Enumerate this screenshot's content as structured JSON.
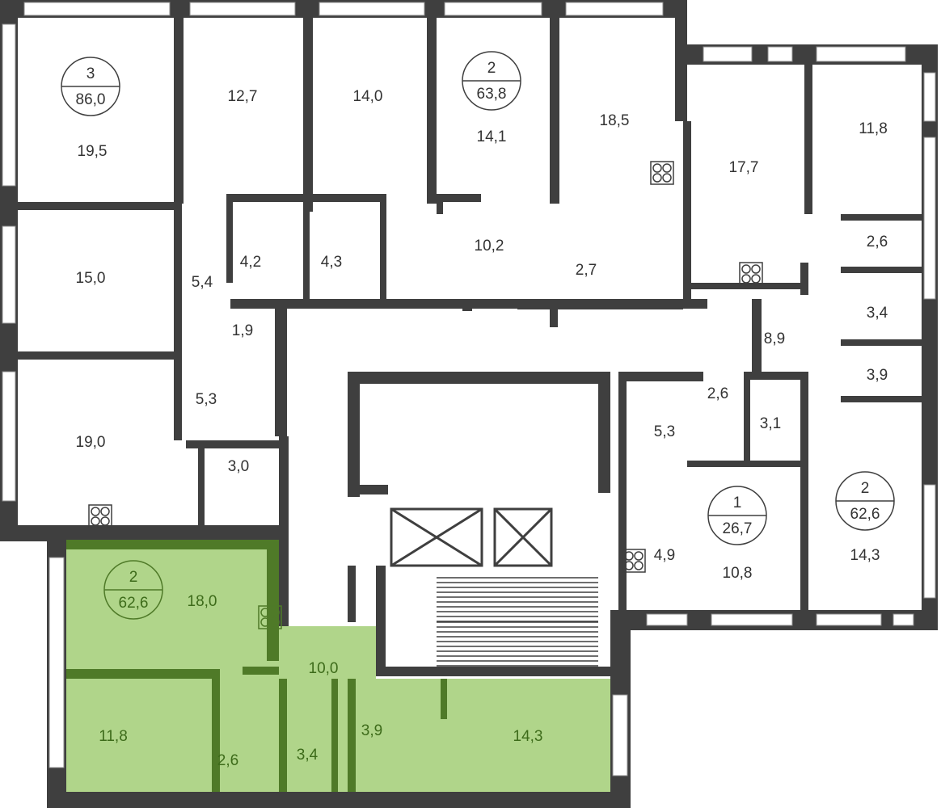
{
  "title": "Floor plan",
  "colors": {
    "wall": "#3f3f3f",
    "highlight_fill": "#b0d58a",
    "highlight_wall": "#4f7a28",
    "highlight_text": "#3d6b1a"
  },
  "apartments": [
    {
      "rooms": "3",
      "area": "86,0",
      "highlight": false
    },
    {
      "rooms": "2",
      "area": "63,8",
      "highlight": false
    },
    {
      "rooms": "1",
      "area": "26,7",
      "highlight": false
    },
    {
      "rooms": "2",
      "area": "62,6",
      "highlight": false
    },
    {
      "rooms": "2",
      "area": "62,6",
      "highlight": true
    }
  ],
  "rooms": [
    {
      "area": "19,5"
    },
    {
      "area": "12,7"
    },
    {
      "area": "14,0"
    },
    {
      "area": "14,1"
    },
    {
      "area": "18,5"
    },
    {
      "area": "17,7"
    },
    {
      "area": "11,8"
    },
    {
      "area": "15,0"
    },
    {
      "area": "4,2"
    },
    {
      "area": "4,3"
    },
    {
      "area": "10,2"
    },
    {
      "area": "2,7"
    },
    {
      "area": "2,6"
    },
    {
      "area": "5,4"
    },
    {
      "area": "1,9"
    },
    {
      "area": "8,9"
    },
    {
      "area": "3,4"
    },
    {
      "area": "3,9"
    },
    {
      "area": "5,3"
    },
    {
      "area": "19,0"
    },
    {
      "area": "3,0"
    },
    {
      "area": "2,6"
    },
    {
      "area": "3,1"
    },
    {
      "area": "5,3"
    },
    {
      "area": "4,9"
    },
    {
      "area": "10,8"
    },
    {
      "area": "14,3"
    },
    {
      "area": "18,0",
      "highlight": true
    },
    {
      "area": "10,0",
      "highlight": true
    },
    {
      "area": "11,8",
      "highlight": true
    },
    {
      "area": "2,6",
      "highlight": true
    },
    {
      "area": "3,4",
      "highlight": true
    },
    {
      "area": "3,9",
      "highlight": true
    },
    {
      "area": "14,3",
      "highlight": true
    }
  ]
}
